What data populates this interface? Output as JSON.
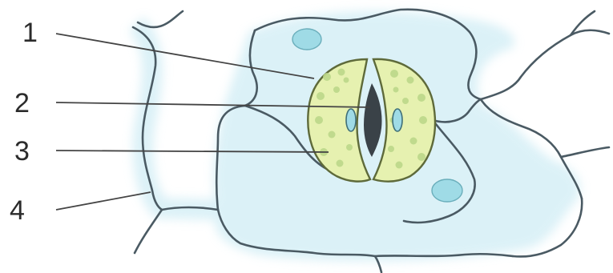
{
  "labels": [
    "1",
    "2",
    "3",
    "4"
  ],
  "colors": {
    "wall_outline": "#4a5a63",
    "wall_fill": "#dff3f8",
    "cell_interior": "#ffffff",
    "chloroplast": "#bcd88a",
    "guard_cell": "#e6f1b0",
    "pore": "#3a4248",
    "nucleus": "#9fdbe6",
    "pointer_line": "#444444"
  }
}
